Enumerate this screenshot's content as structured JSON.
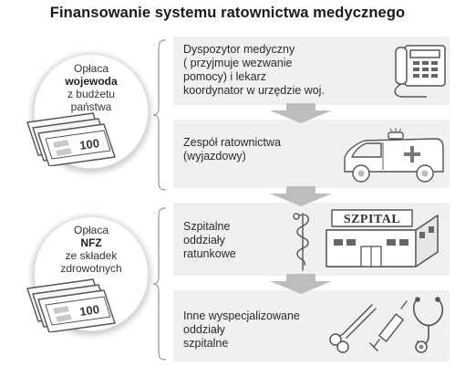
{
  "title": "Finansowanie systemu ratownictwa medycznego",
  "funders": [
    {
      "line1": "Opłaca",
      "bold": "wojewoda",
      "line3": "z budżetu",
      "line4": "państwa",
      "banknote_value": "100"
    },
    {
      "line1": "Opłaca",
      "bold": "NFZ",
      "line3": "ze składek",
      "line4": "zdrowotnych",
      "banknote_value": "100"
    }
  ],
  "steps": [
    {
      "lines": [
        "Dyspozytor medyczny",
        "( przyjmuje wezwanie",
        "pomocy) i lekarz",
        "koordynator w urzędzie woj."
      ],
      "icon": "telephone-icon"
    },
    {
      "lines": [
        "Zespół ratownictwa",
        "(wyjazdowy)"
      ],
      "icon": "ambulance-icon"
    },
    {
      "lines": [
        "Szpitalne",
        "oddziały",
        "ratunkowe"
      ],
      "icon": "hospital-icon",
      "icon2": "caduceus-icon",
      "sign": "SZPITAL"
    },
    {
      "lines": [
        "Inne wyspecjalizowane",
        "oddziały",
        "szpitalne"
      ],
      "icon": "medical-tools-icon"
    }
  ],
  "colors": {
    "panel": "#f0f0f0",
    "arrow": "#bdbdbd",
    "icon_stroke": "#555555",
    "icon_fill": "#ffffff"
  }
}
